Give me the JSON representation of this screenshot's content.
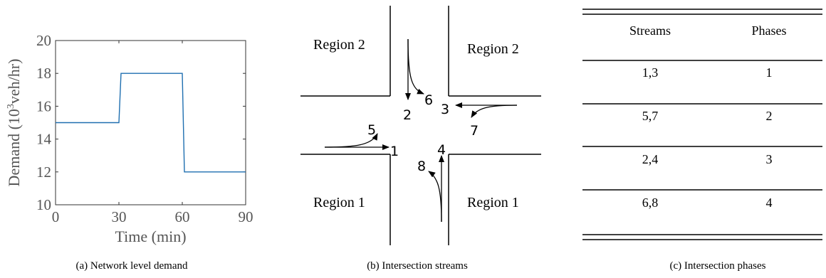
{
  "panel_a": {
    "caption": "(a)  Network level demand",
    "chart_data": {
      "type": "line",
      "xlabel": "Time (min)",
      "ylabel_prefix": "Demand (10",
      "ylabel_sup": "3",
      "ylabel_suffix": "veh/hr)",
      "xlim": [
        0,
        90
      ],
      "ylim": [
        10,
        20
      ],
      "xticks": [
        "0",
        "30",
        "60",
        "90"
      ],
      "yticks": [
        "10",
        "12",
        "14",
        "16",
        "18",
        "20"
      ],
      "series": [
        {
          "color": "#1f6fb0",
          "points": [
            [
              0,
              15
            ],
            [
              30,
              15
            ],
            [
              31,
              18
            ],
            [
              60,
              18
            ],
            [
              61,
              12
            ],
            [
              90,
              12
            ]
          ]
        }
      ]
    }
  },
  "panel_b": {
    "caption": "(b)  Intersection streams",
    "regions": {
      "top_left": "Region 2",
      "top_right": "Region 2",
      "bottom_left": "Region 1",
      "bottom_right": "Region 1"
    },
    "streams": [
      "1",
      "2",
      "3",
      "4",
      "5",
      "6",
      "7",
      "8"
    ]
  },
  "panel_c": {
    "caption": "(c)  Intersection phases",
    "headers": [
      "Streams",
      "Phases"
    ],
    "rows": [
      [
        "1,3",
        "1"
      ],
      [
        "5,7",
        "2"
      ],
      [
        "2,4",
        "3"
      ],
      [
        "6,8",
        "4"
      ]
    ]
  }
}
